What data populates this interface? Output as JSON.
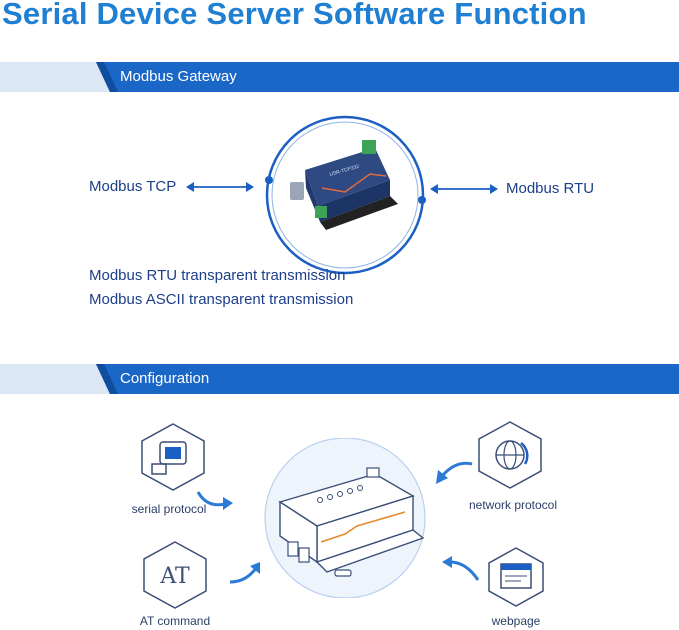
{
  "title": "Serial Device Server Software Function",
  "sections": {
    "gateway": {
      "label": "Modbus Gateway",
      "left_protocol": "Modbus TCP",
      "right_protocol": "Modbus RTU",
      "features": [
        "Modbus RTU transparent transmission",
        "Modbus ASCII transparent transmission"
      ]
    },
    "configuration": {
      "label": "Configuration",
      "methods": {
        "serial": "serial protocol",
        "network": "network protocol",
        "at": "AT command",
        "web": "webpage"
      },
      "at_icon_text": "AT"
    }
  },
  "colors": {
    "title": "#1f7fd3",
    "banner": "#1a67c8",
    "banner_light": "#dce7f5",
    "ring": "#1b5fc4",
    "text": "#1d3f8a",
    "arrow": "#2a7ad6"
  },
  "icons": [
    "serial-port-icon",
    "globe-icon",
    "at-command-icon",
    "webpage-icon",
    "device-icon"
  ]
}
